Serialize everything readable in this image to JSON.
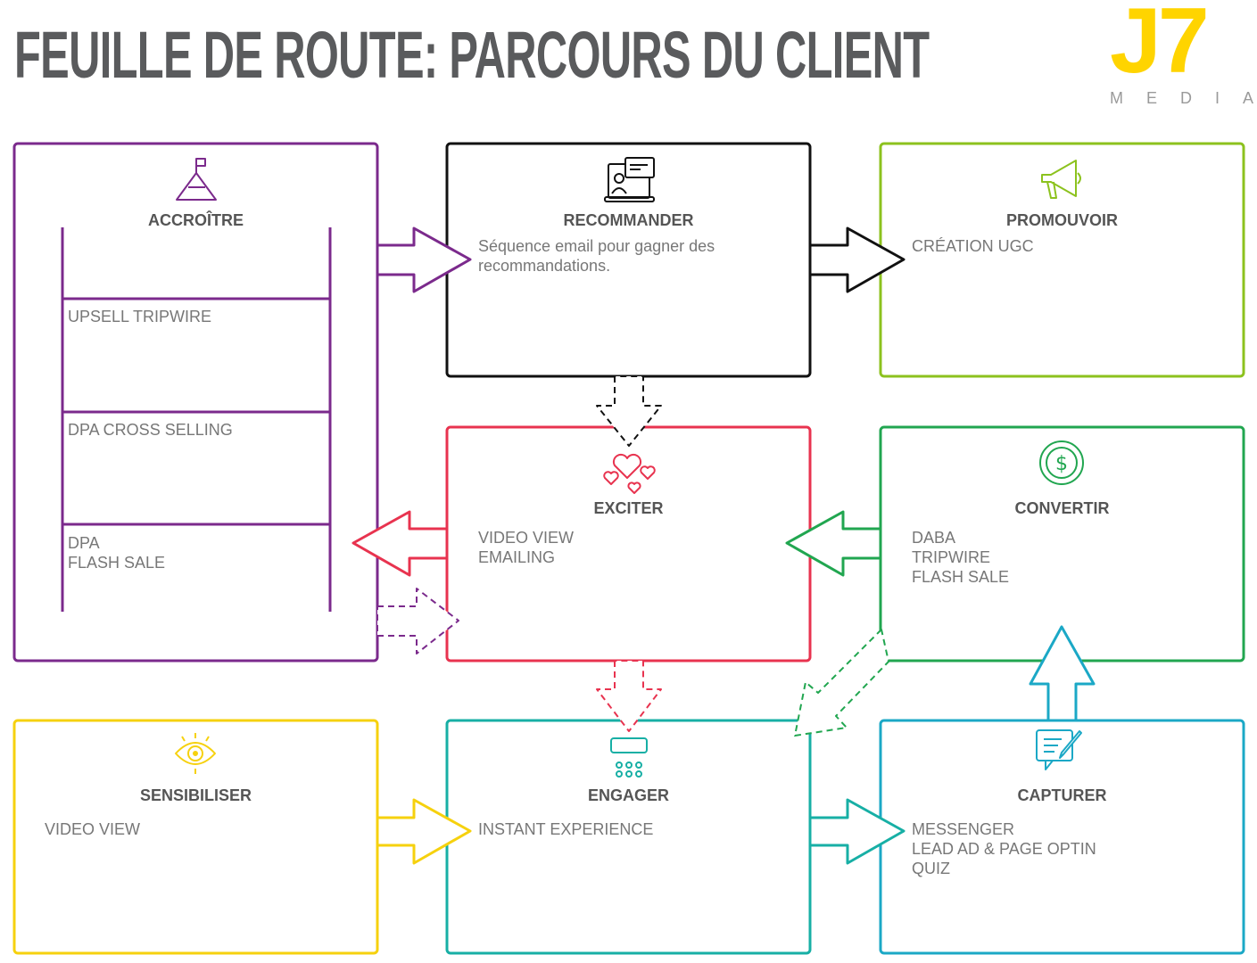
{
  "title": "FEUILLE DE ROUTE:  PARCOURS DU CLIENT",
  "logo": {
    "mark": "J7",
    "sub": "MEDIA"
  },
  "colors": {
    "accroitre": "#7B2A8C",
    "recommander": "#111111",
    "promouvoir": "#8CC21E",
    "exciter": "#E8334F",
    "convertir": "#21A650",
    "sensibiliser": "#F6D10E",
    "engager": "#17AFA5",
    "capturer": "#1BA8C6",
    "text": "#777777"
  },
  "stages": {
    "accroitre": {
      "label": "ACCROÎTRE",
      "icon": "mountain-flag-icon",
      "steps": [
        "UPSELL TRIPWIRE",
        "DPA CROSS SELLING",
        "DPA\nFLASH SALE"
      ]
    },
    "recommander": {
      "label": "RECOMMANDER",
      "icon": "laptop-chat-icon",
      "text": "Séquence email pour gagner des\nrecommandations."
    },
    "promouvoir": {
      "label": "PROMOUVOIR",
      "icon": "megaphone-icon",
      "text": "CRÉATION UGC"
    },
    "exciter": {
      "label": "EXCITER",
      "icon": "hearts-icon",
      "text": "VIDEO VIEW\nEMAILING"
    },
    "convertir": {
      "label": "CONVERTIR",
      "icon": "dollar-cycle-icon",
      "text": "DABA\nTRIPWIRE\nFLASH SALE"
    },
    "sensibiliser": {
      "label": "SENSIBILISER",
      "icon": "eye-icon",
      "text": "VIDEO VIEW"
    },
    "engager": {
      "label": "ENGAGER",
      "icon": "audience-icon",
      "text": "INSTANT EXPERIENCE"
    },
    "capturer": {
      "label": "CAPTURER",
      "icon": "form-pen-icon",
      "text": "MESSENGER\nLEAD AD & PAGE OPTIN\nQUIZ"
    }
  }
}
